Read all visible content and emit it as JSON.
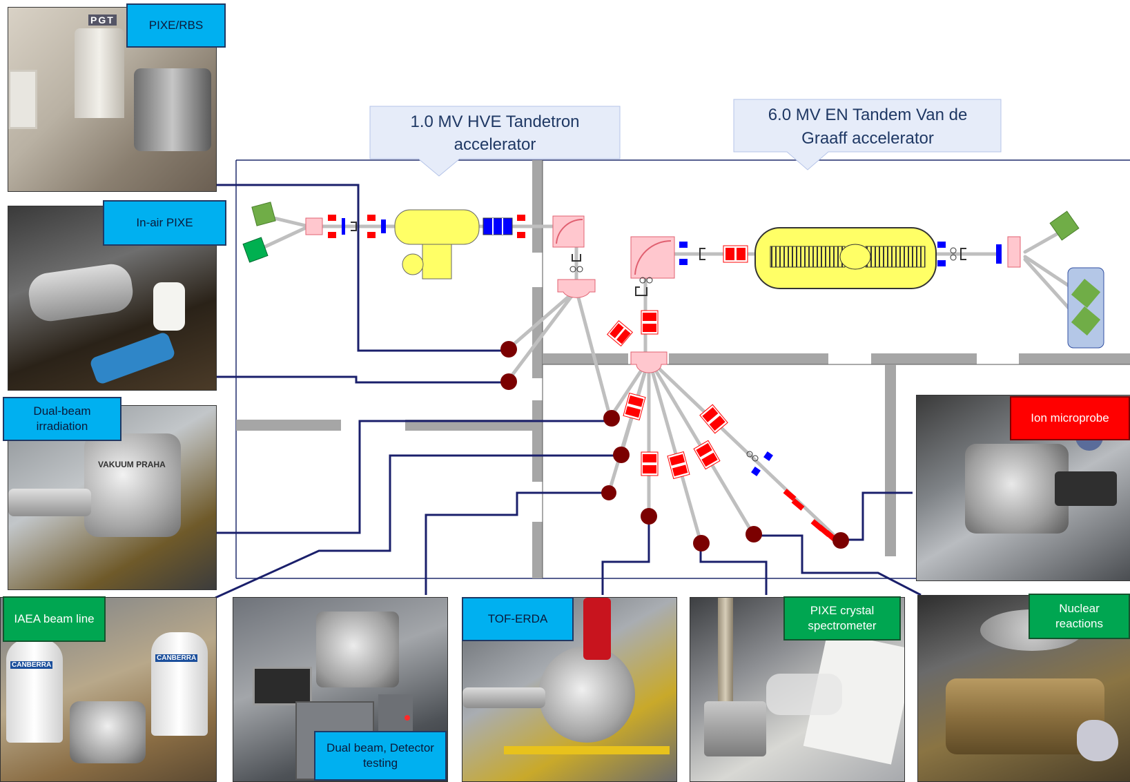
{
  "accelerators": {
    "tandetron": {
      "line1": "1.0 MV HVE Tandetron",
      "line2": "accelerator"
    },
    "tandem": {
      "line1": "6.0 MV EN Tandem Van de",
      "line2": "Graaff accelerator"
    }
  },
  "labels": {
    "pixe_rbs": "PIXE/RBS",
    "in_air_pixe": "In-air PIXE",
    "dual_beam_irradiation": "Dual-beam irradiation",
    "iaea_beam_line": "IAEA beam line",
    "dual_beam_detector": "Dual beam, Detector testing",
    "tof_erda": "TOF-ERDA",
    "pixe_crystal": "PIXE crystal spectrometer",
    "nuclear_reactions": "Nuclear reactions",
    "ion_microprobe": "Ion microprobe"
  },
  "photo_text": {
    "pgt_logo": "PGT",
    "canberra_left": "CANBERRA",
    "canberra_right": "CANBERRA",
    "vakuum_praha": "VAKUUM PRAHA"
  },
  "colors": {
    "beamline": "#bfbfbf",
    "wall": "#a6a6a6",
    "connector": "#1a1f6b",
    "endstation": "#7b0000",
    "quadrupole": "#ff0000",
    "steerer": "#0000ff",
    "accelerator": "#ffff66",
    "magnet": "#ffc7ce",
    "source": "#70ad47",
    "callout": "#e6ecf9",
    "tag_cyan": "#00b0f0",
    "tag_green": "#00a651",
    "tag_red": "#ff0000"
  }
}
